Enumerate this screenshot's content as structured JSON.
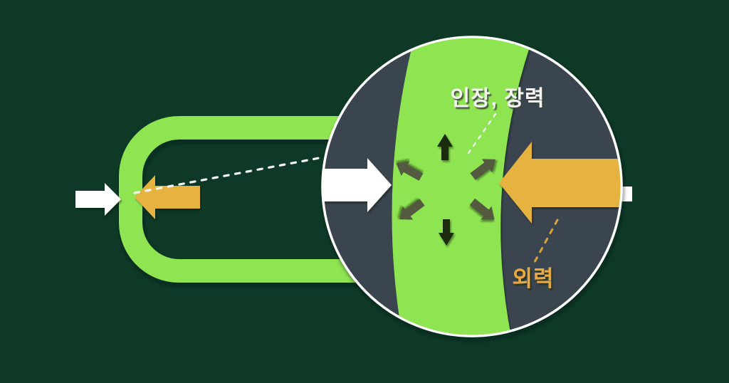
{
  "scene": {
    "description_labels": {
      "tension": {
        "text": "인장, 장력",
        "color": "#f4f4f4"
      },
      "external_force": {
        "text": "외력",
        "color": "#eaa83d"
      }
    },
    "colors": {
      "background": "#0d3926",
      "membrane_green": "#8fe451",
      "magnifier_interior": "#3b4450",
      "magnifier_rim": "#ffffff",
      "force_orange": "#e6b23f",
      "force_white": "#ffffff",
      "tension_dark": "#1d2b11",
      "tension_olive": "#525a41",
      "guide_dash_white": "#f5f5f5",
      "guide_dash_orange": "#d9a23a"
    },
    "icons": {
      "applied_force_left": "arrow-right-white-icon",
      "reaction_force_loop": "arrow-left-orange-icon",
      "applied_force_magnified": "arrow-right-white-icon",
      "external_force_magnified": "arrow-left-orange-icon",
      "tension_up": "arrow-up-dark-icon",
      "tension_down": "arrow-down-dark-icon",
      "tension_diagonals": "arrow-diagonal-olive-icons"
    }
  }
}
